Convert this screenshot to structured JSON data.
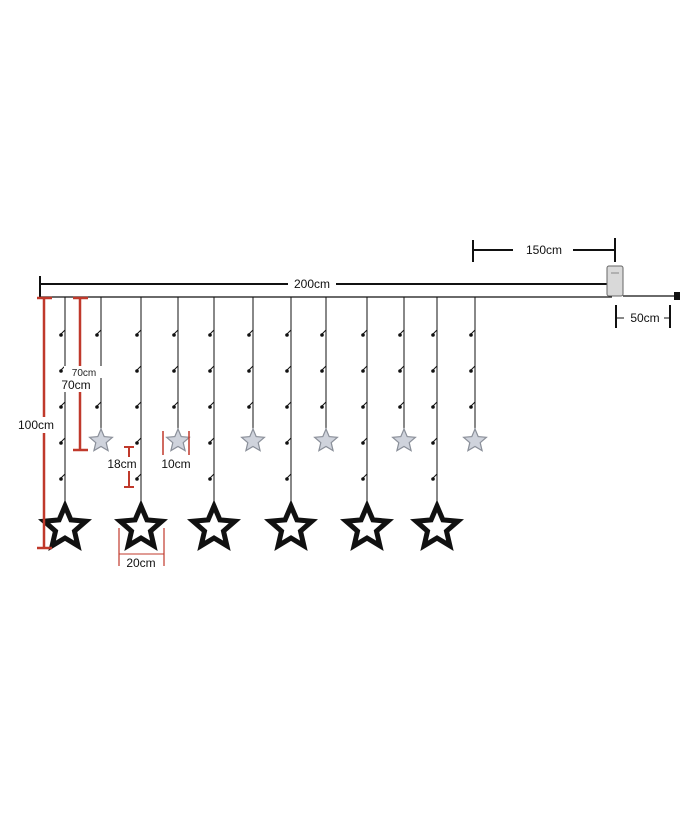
{
  "labels": {
    "controller_cable": "150cm",
    "main_length": "200cm",
    "power_cable": "50cm",
    "short_drop_overlay": "70cm",
    "short_drop": "70cm",
    "long_drop": "100cm",
    "star_gap": "18cm",
    "small_star_size": "10cm",
    "large_star_size": "20cm"
  },
  "colors": {
    "line": "#111111",
    "measure_red": "#c0392b",
    "small_star_fill": "#cfd3dc",
    "small_star_stroke": "#8a8f99",
    "controller_fill": "#d9d9d9"
  },
  "components": {
    "long_drop_count": 6,
    "short_drop_count": 6,
    "large_star_icon": "outline-star-icon",
    "small_star_icon": "small-star-icon",
    "controller_icon": "controller-box-icon",
    "plug_icon": "power-plug-icon"
  }
}
